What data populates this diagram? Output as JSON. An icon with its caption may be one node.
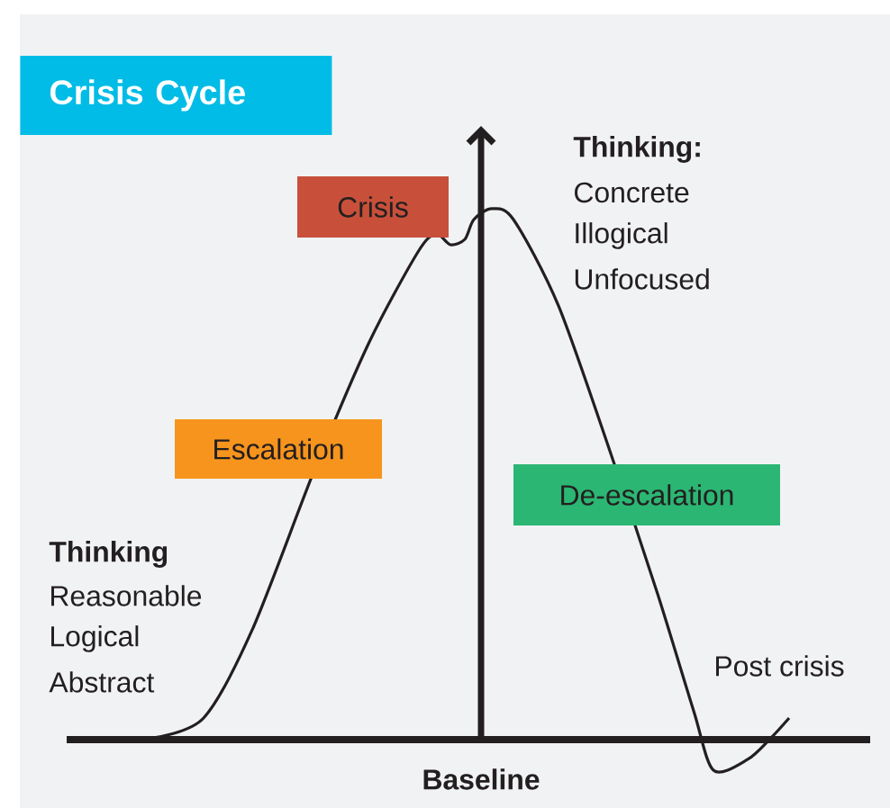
{
  "diagram": {
    "title": "Crisis Cycle",
    "nodes": [
      {
        "text": [
          "Crisis"
        ]
      },
      {
        "text": [
          "Escalation"
        ]
      },
      {
        "text": [
          "De-escalation"
        ]
      }
    ],
    "labels": [
      "Thinking:",
      "Concrete",
      "Illogical",
      "Unfocused",
      "Thinking",
      "Reasonable",
      "Logical",
      "Abstract",
      "Post crisis",
      "Baseline"
    ]
  }
}
